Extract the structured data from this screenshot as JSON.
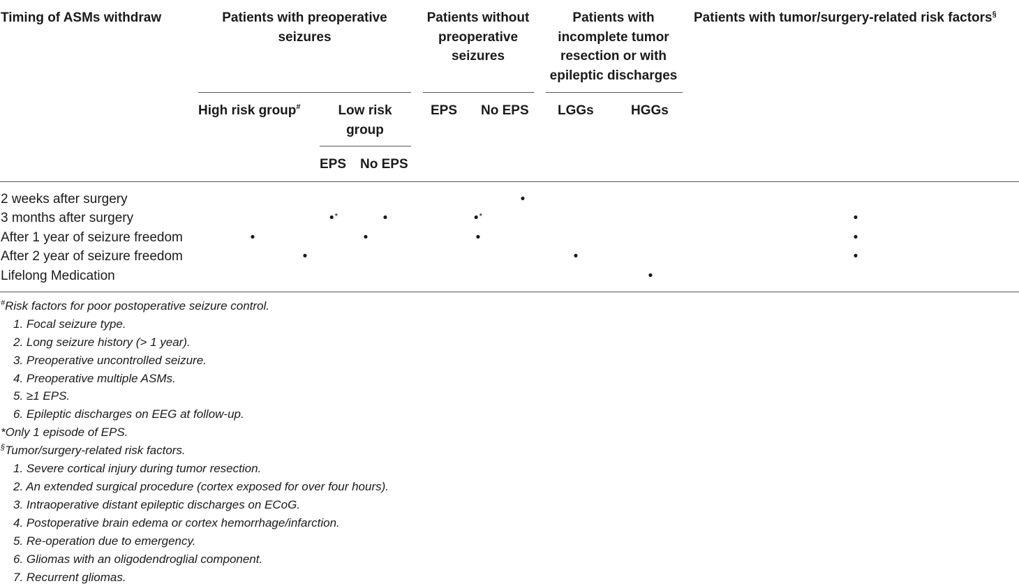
{
  "header": {
    "col_timing": "Timing of ASMs withdraw",
    "group_pre": "Patients with preoperative seizures",
    "group_without": "Patients without preoperative seizures",
    "group_incomplete": "Patients with incomplete tumor resection or with epileptic discharges",
    "group_risk": "Patients with tumor/surgery-related risk factors",
    "group_risk_mark": "§",
    "high_risk": "High risk group",
    "high_risk_mark": "#",
    "low_risk": "Low risk group",
    "eps": "EPS",
    "no_eps": "No EPS",
    "lggs": "LGGs",
    "hggs": "HGGs"
  },
  "rows": [
    "2 weeks after surgery",
    "3 months after surgery",
    "After 1 year of seizure freedom",
    "After 2 year of seizure freedom",
    "Lifelong Medication"
  ],
  "marks": {
    "dot": "•",
    "asterisk": "*"
  },
  "footnotes": {
    "hash_mark": "#",
    "hash_title": "Risk factors for poor postoperative seizure control.",
    "hash_items": [
      "1. Focal seizure type.",
      "2. Long seizure history (> 1 year).",
      "3. Preoperative uncontrolled seizure.",
      "4. Preoperative multiple ASMs.",
      "5. ≥1 EPS.",
      "6. Epileptic discharges on EEG at follow-up."
    ],
    "asterisk_note": "*Only 1 episode of EPS.",
    "section_mark": "§",
    "section_title": "Tumor/surgery-related risk factors.",
    "section_items": [
      "1. Severe cortical injury during tumor resection.",
      "2. An extended surgical procedure (cortex exposed for over four hours).",
      "3. Intraoperative distant epileptic discharges on ECoG.",
      "4. Postoperative brain edema or cortex hemorrhage/infarction.",
      "5. Re-operation due to emergency.",
      "6. Gliomas with an oligodendroglial component.",
      "7. Recurrent gliomas."
    ]
  }
}
